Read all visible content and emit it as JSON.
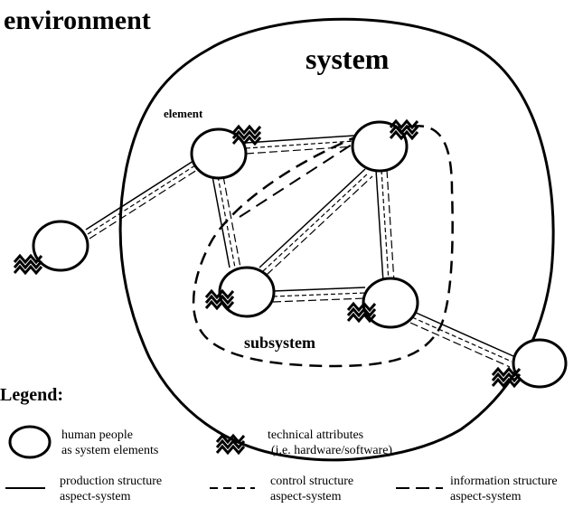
{
  "labels": {
    "environment": "environment",
    "system": "system",
    "element": "element",
    "subsystem": "subsystem",
    "legend": "Legend:"
  },
  "legend": {
    "human": [
      "human people",
      "as system elements"
    ],
    "technical": [
      "technical attributes",
      "(i.e. hardware/software)"
    ],
    "production": [
      "production structure",
      "aspect-system"
    ],
    "control": [
      "control structure",
      "aspect-system"
    ],
    "information": [
      "information structure",
      "aspect-system"
    ]
  },
  "colors": {
    "ink": "#000000",
    "paper": "#ffffff"
  }
}
